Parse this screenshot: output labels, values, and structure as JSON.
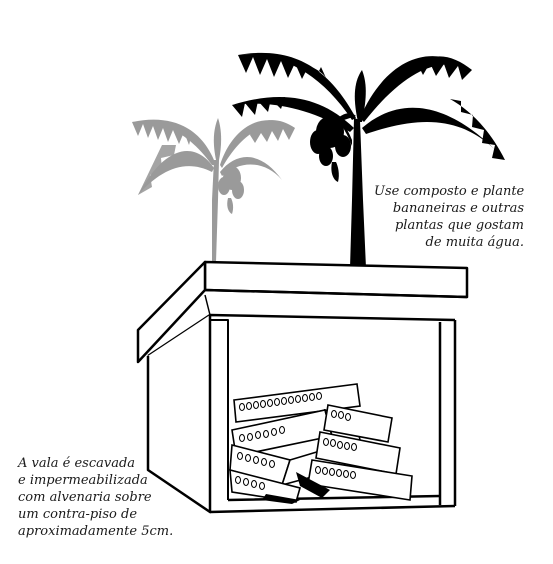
{
  "captions": {
    "plants": {
      "lines": [
        "Use composto e plante",
        "bananeiras e outras",
        "plantas que gostam",
        "de muita água."
      ]
    },
    "trench": {
      "lines": [
        "A vala é escavada",
        "e impermeabilizada",
        "com alvenaria sobre",
        "um contra-piso de",
        "aproximadamente 5cm."
      ]
    }
  },
  "colors": {
    "ink": "#000000",
    "paper": "#ffffff",
    "back_plant": "#9a9a9a"
  },
  "icons": [
    "banana-plant-icon",
    "banana-plant-back-icon",
    "brick-icon"
  ]
}
